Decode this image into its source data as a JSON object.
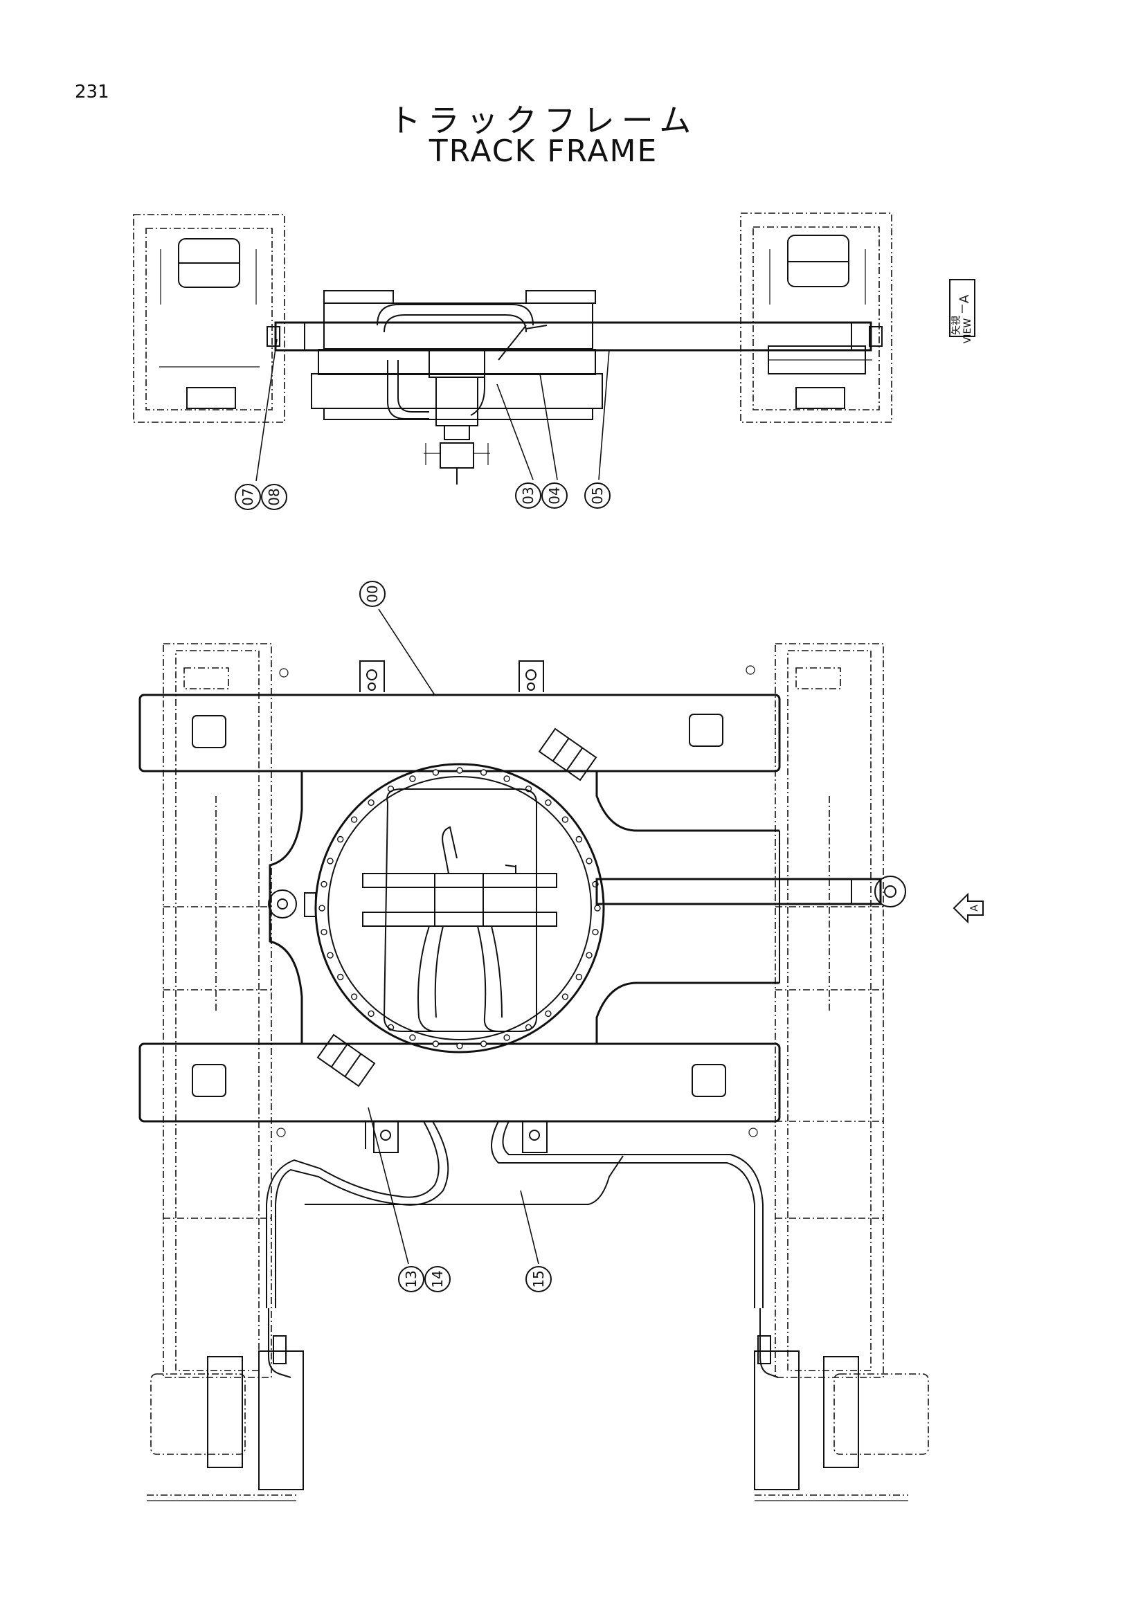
{
  "page": {
    "number": "231",
    "title_jp": "トラックフレーム",
    "title_en": "TRACK FRAME"
  },
  "view_marker": {
    "letter": "A",
    "jp_label": "矢視",
    "en_label": "VIEW"
  },
  "callouts": {
    "top_view": [
      "07",
      "08",
      "03",
      "04",
      "05"
    ],
    "main_view": [
      "00",
      "13",
      "14",
      "15"
    ]
  },
  "direction_arrow": {
    "letter": "A"
  },
  "icons": {
    "view_marker": "view-marker-icon",
    "direction_arrow": "direction-arrow-icon"
  }
}
